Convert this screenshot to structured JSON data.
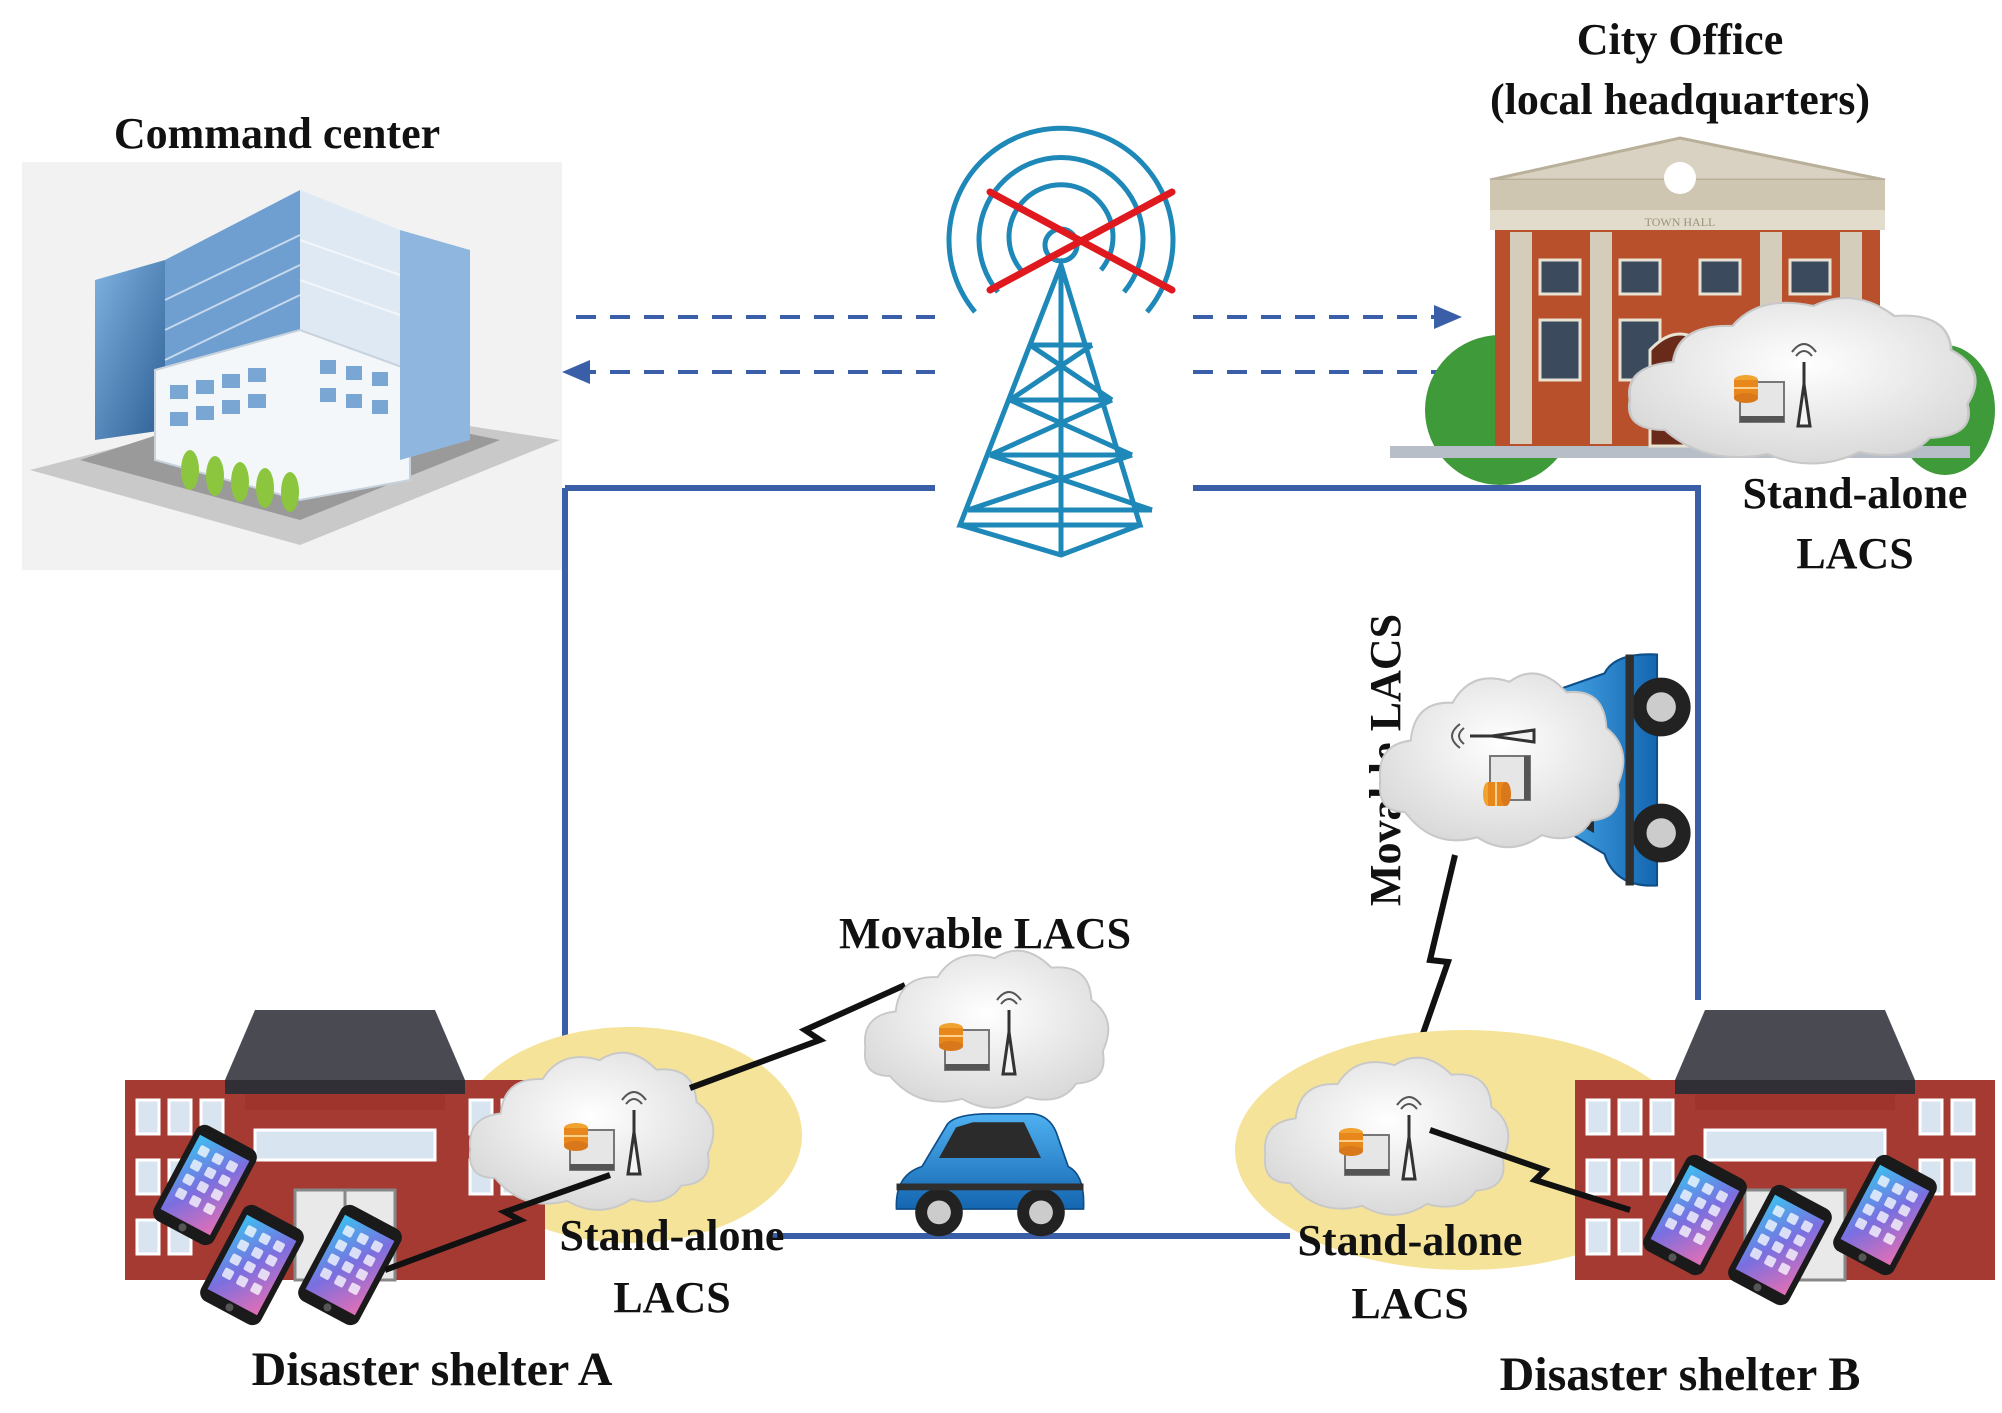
{
  "labels": {
    "command_center": "Command center",
    "city_office_line1": "City Office",
    "city_office_line2": "(local headquarters)",
    "standalone_top_line1": "Stand-alone",
    "standalone_top_line2": "LACS",
    "movable_vertical": "Movable LACS",
    "movable_middle": "Movable LACS",
    "standalone_a_line1": "Stand-alone",
    "standalone_a_line2": "LACS",
    "standalone_b_line1": "Stand-alone",
    "standalone_b_line2": "LACS",
    "shelter_a": "Disaster shelter A",
    "shelter_b": "Disaster shelter B"
  },
  "town_hall_sign": "TOWN HALL",
  "colors": {
    "link_line": "#3a5ea8",
    "tower": "#1e88b8",
    "failure_cross": "#e0191e",
    "brick": "#a83a32",
    "roof": "#4a4a52",
    "car": "#1f8fd8",
    "zone": "#f6e39a",
    "cloud": "#eeeeee",
    "foliage": "#3f9a3a"
  },
  "icons": [
    "office-building-icon",
    "cell-tower-icon",
    "town-hall-icon",
    "server-icon",
    "antenna-icon",
    "cloud-icon",
    "car-icon",
    "smartphone-icon",
    "shelter-building-icon",
    "wireless-link-icon"
  ]
}
